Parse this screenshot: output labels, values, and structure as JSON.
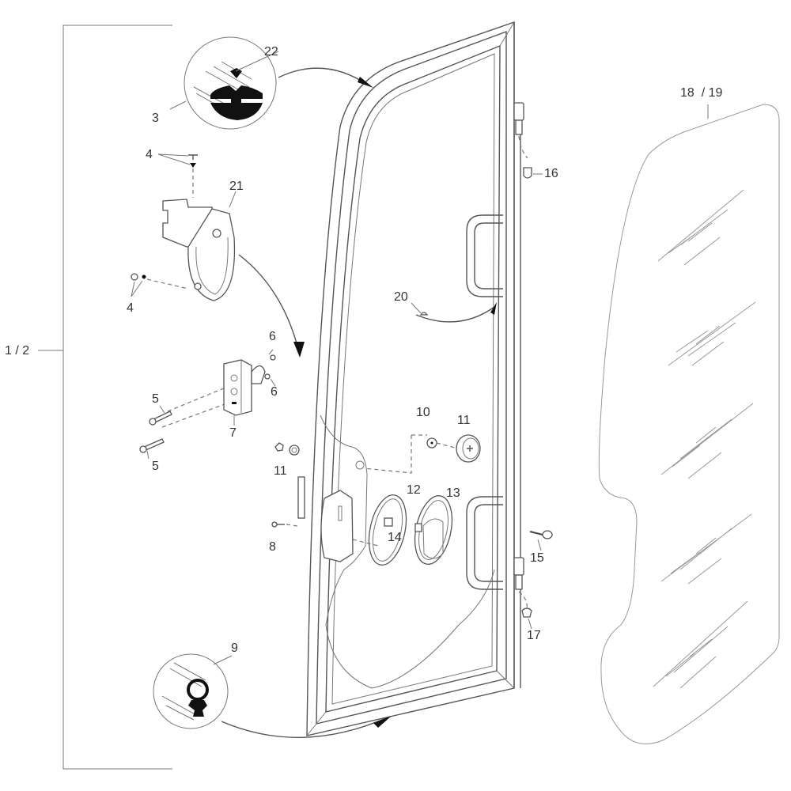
{
  "diagram": {
    "title": "Cab door exploded parts diagram",
    "group_label": "1 / 2",
    "callouts": [
      {
        "id": "c22",
        "text": "22",
        "part": "seal insert"
      },
      {
        "id": "c3",
        "text": "3",
        "part": "door seal profile"
      },
      {
        "id": "c4a",
        "text": "4",
        "part": "rivet/screw"
      },
      {
        "id": "c21",
        "text": "21",
        "part": "upper lock bracket"
      },
      {
        "id": "c4b",
        "text": "4",
        "part": "washer/nut"
      },
      {
        "id": "c6a",
        "text": "6",
        "part": "nut"
      },
      {
        "id": "c6b",
        "text": "6",
        "part": "nut"
      },
      {
        "id": "c5a",
        "text": "5",
        "part": "screw"
      },
      {
        "id": "c5b",
        "text": "5",
        "part": "screw"
      },
      {
        "id": "c7",
        "text": "7",
        "part": "latch striker"
      },
      {
        "id": "c11a",
        "text": "11",
        "part": "knob & washer"
      },
      {
        "id": "c10",
        "text": "10",
        "part": "washer"
      },
      {
        "id": "c11b",
        "text": "11",
        "part": "lock cylinder"
      },
      {
        "id": "c12",
        "text": "12",
        "part": "gasket"
      },
      {
        "id": "c13",
        "text": "13",
        "part": "handle bowl"
      },
      {
        "id": "c14",
        "text": "14",
        "part": "clip"
      },
      {
        "id": "c8",
        "text": "8",
        "part": "bolt"
      },
      {
        "id": "c9",
        "text": "9",
        "part": "edge seal profile"
      },
      {
        "id": "c20",
        "text": "20",
        "part": "rivet"
      },
      {
        "id": "c16",
        "text": "16",
        "part": "hinge pin cap"
      },
      {
        "id": "c15",
        "text": "15",
        "part": "bolt"
      },
      {
        "id": "c17",
        "text": "17",
        "part": "hinge pin nut"
      },
      {
        "id": "c18_19",
        "text": "18  / 19",
        "part": "door glass"
      }
    ]
  }
}
